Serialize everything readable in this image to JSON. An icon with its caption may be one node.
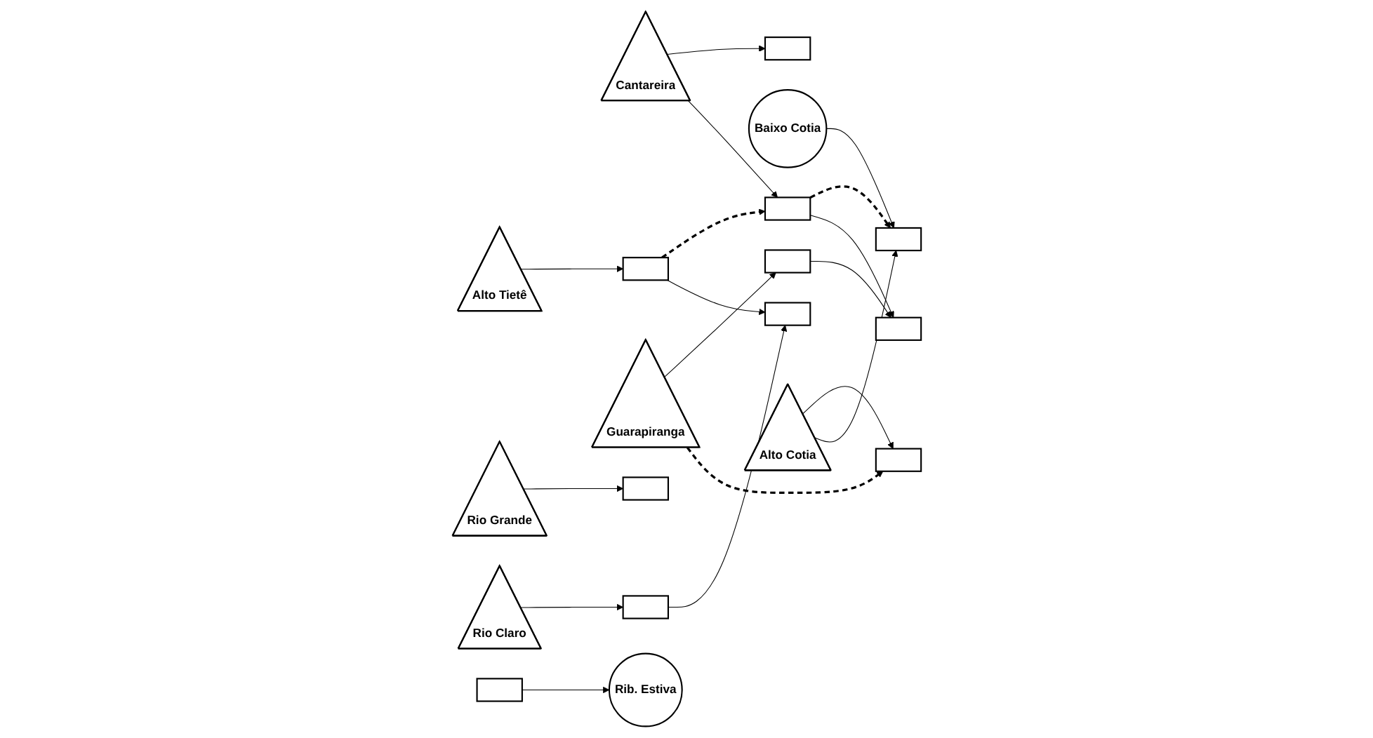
{
  "diagram": {
    "nodes": [
      {
        "text": [],
        "shape": "box"
      },
      {
        "text": [
          "Cantareira"
        ]
      },
      {
        "text": [
          "Baixo Cotia"
        ]
      },
      {
        "text": [],
        "shape": "box"
      },
      {
        "text": [],
        "shape": "box"
      },
      {
        "text": [],
        "shape": "box"
      },
      {
        "text": [
          "Alto Tietê"
        ]
      },
      {
        "text": [],
        "shape": "box"
      },
      {
        "text": [],
        "shape": "box"
      },
      {
        "text": [],
        "shape": "box"
      },
      {
        "text": [
          "Alto Cotia"
        ]
      },
      {
        "text": [],
        "shape": "box"
      },
      {
        "text": [
          "Guarapiranga"
        ]
      },
      {
        "text": [],
        "shape": "box"
      },
      {
        "text": [],
        "shape": "box"
      },
      {
        "text": [],
        "shape": "box"
      },
      {
        "text": [
          "Rio Claro"
        ]
      },
      {
        "text": [
          "Rio Grande"
        ]
      },
      {
        "text": [
          "Rib. Estiva"
        ]
      }
    ],
    "edges": [
      {
        "from": 1,
        "to": 0,
        "arrow": "to"
      },
      {
        "from": 1,
        "to": 3,
        "arrow": "to"
      },
      {
        "from": 3,
        "to": 4,
        "arrow": "to",
        "style": "dashed"
      },
      {
        "from": 2,
        "to": 4,
        "arrow": "to"
      },
      {
        "from": 3,
        "to": 5,
        "arrow": "to"
      },
      {
        "from": 8,
        "to": 5,
        "arrow": "to"
      },
      {
        "from": 12,
        "to": 8,
        "arrow": "to"
      },
      {
        "from": 12,
        "to": 11,
        "arrow": "to",
        "style": "dashed"
      },
      {
        "from": 10,
        "to": 11,
        "arrow": "to"
      },
      {
        "from": 10,
        "to": 4,
        "arrow": "to"
      },
      {
        "from": 6,
        "to": 7,
        "arrow": "to"
      },
      {
        "from": 7,
        "to": 3,
        "arrow": "to",
        "style": "dashed"
      },
      {
        "from": 7,
        "to": 9,
        "arrow": "to"
      },
      {
        "from": 14,
        "to": 9,
        "arrow": "to"
      },
      {
        "from": 16,
        "to": 14,
        "arrow": "to"
      },
      {
        "from": 17,
        "to": 13,
        "arrow": "to"
      },
      {
        "from": 15,
        "to": 18,
        "arrow": "to"
      }
    ]
  }
}
